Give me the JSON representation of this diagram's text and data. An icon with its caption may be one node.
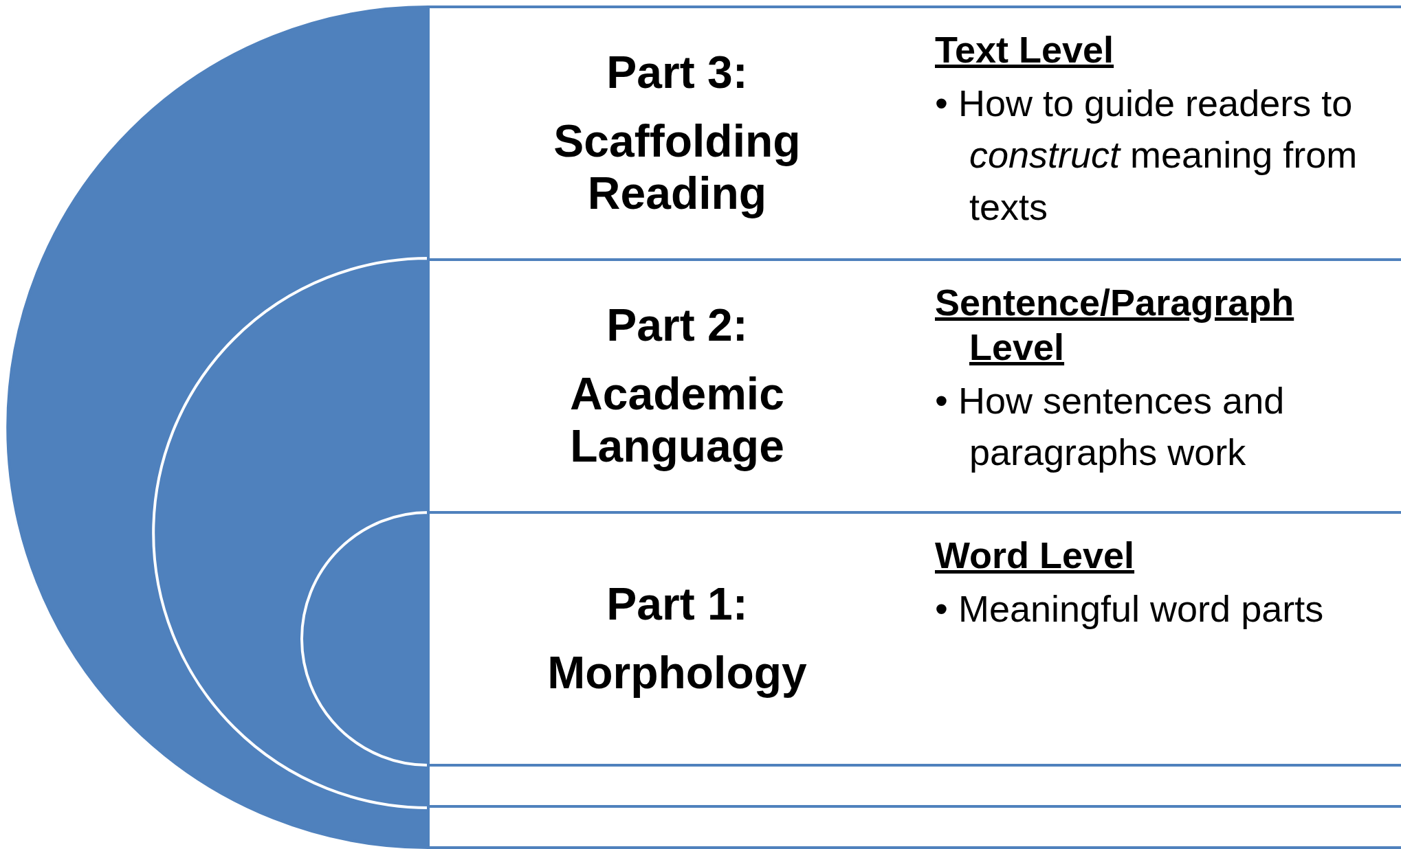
{
  "diagram": {
    "nodes": [
      {
        "text": [
          "Part 3:",
          "Scaffolding Reading",
          "Text Level",
          "• How to guide readers to *construct* meaning from texts"
        ]
      },
      {
        "text": [
          "Part 2:",
          "Academic Language",
          "Sentence/Paragraph Level",
          "• How sentences and paragraphs work"
        ]
      },
      {
        "text": [
          "Part 1:",
          "Morphology",
          "Word Level",
          "• Meaningful word parts"
        ]
      },
      {
        "text": [],
        "shape": "box"
      },
      {
        "text": [],
        "shape": "box"
      }
    ],
    "edges": []
  }
}
